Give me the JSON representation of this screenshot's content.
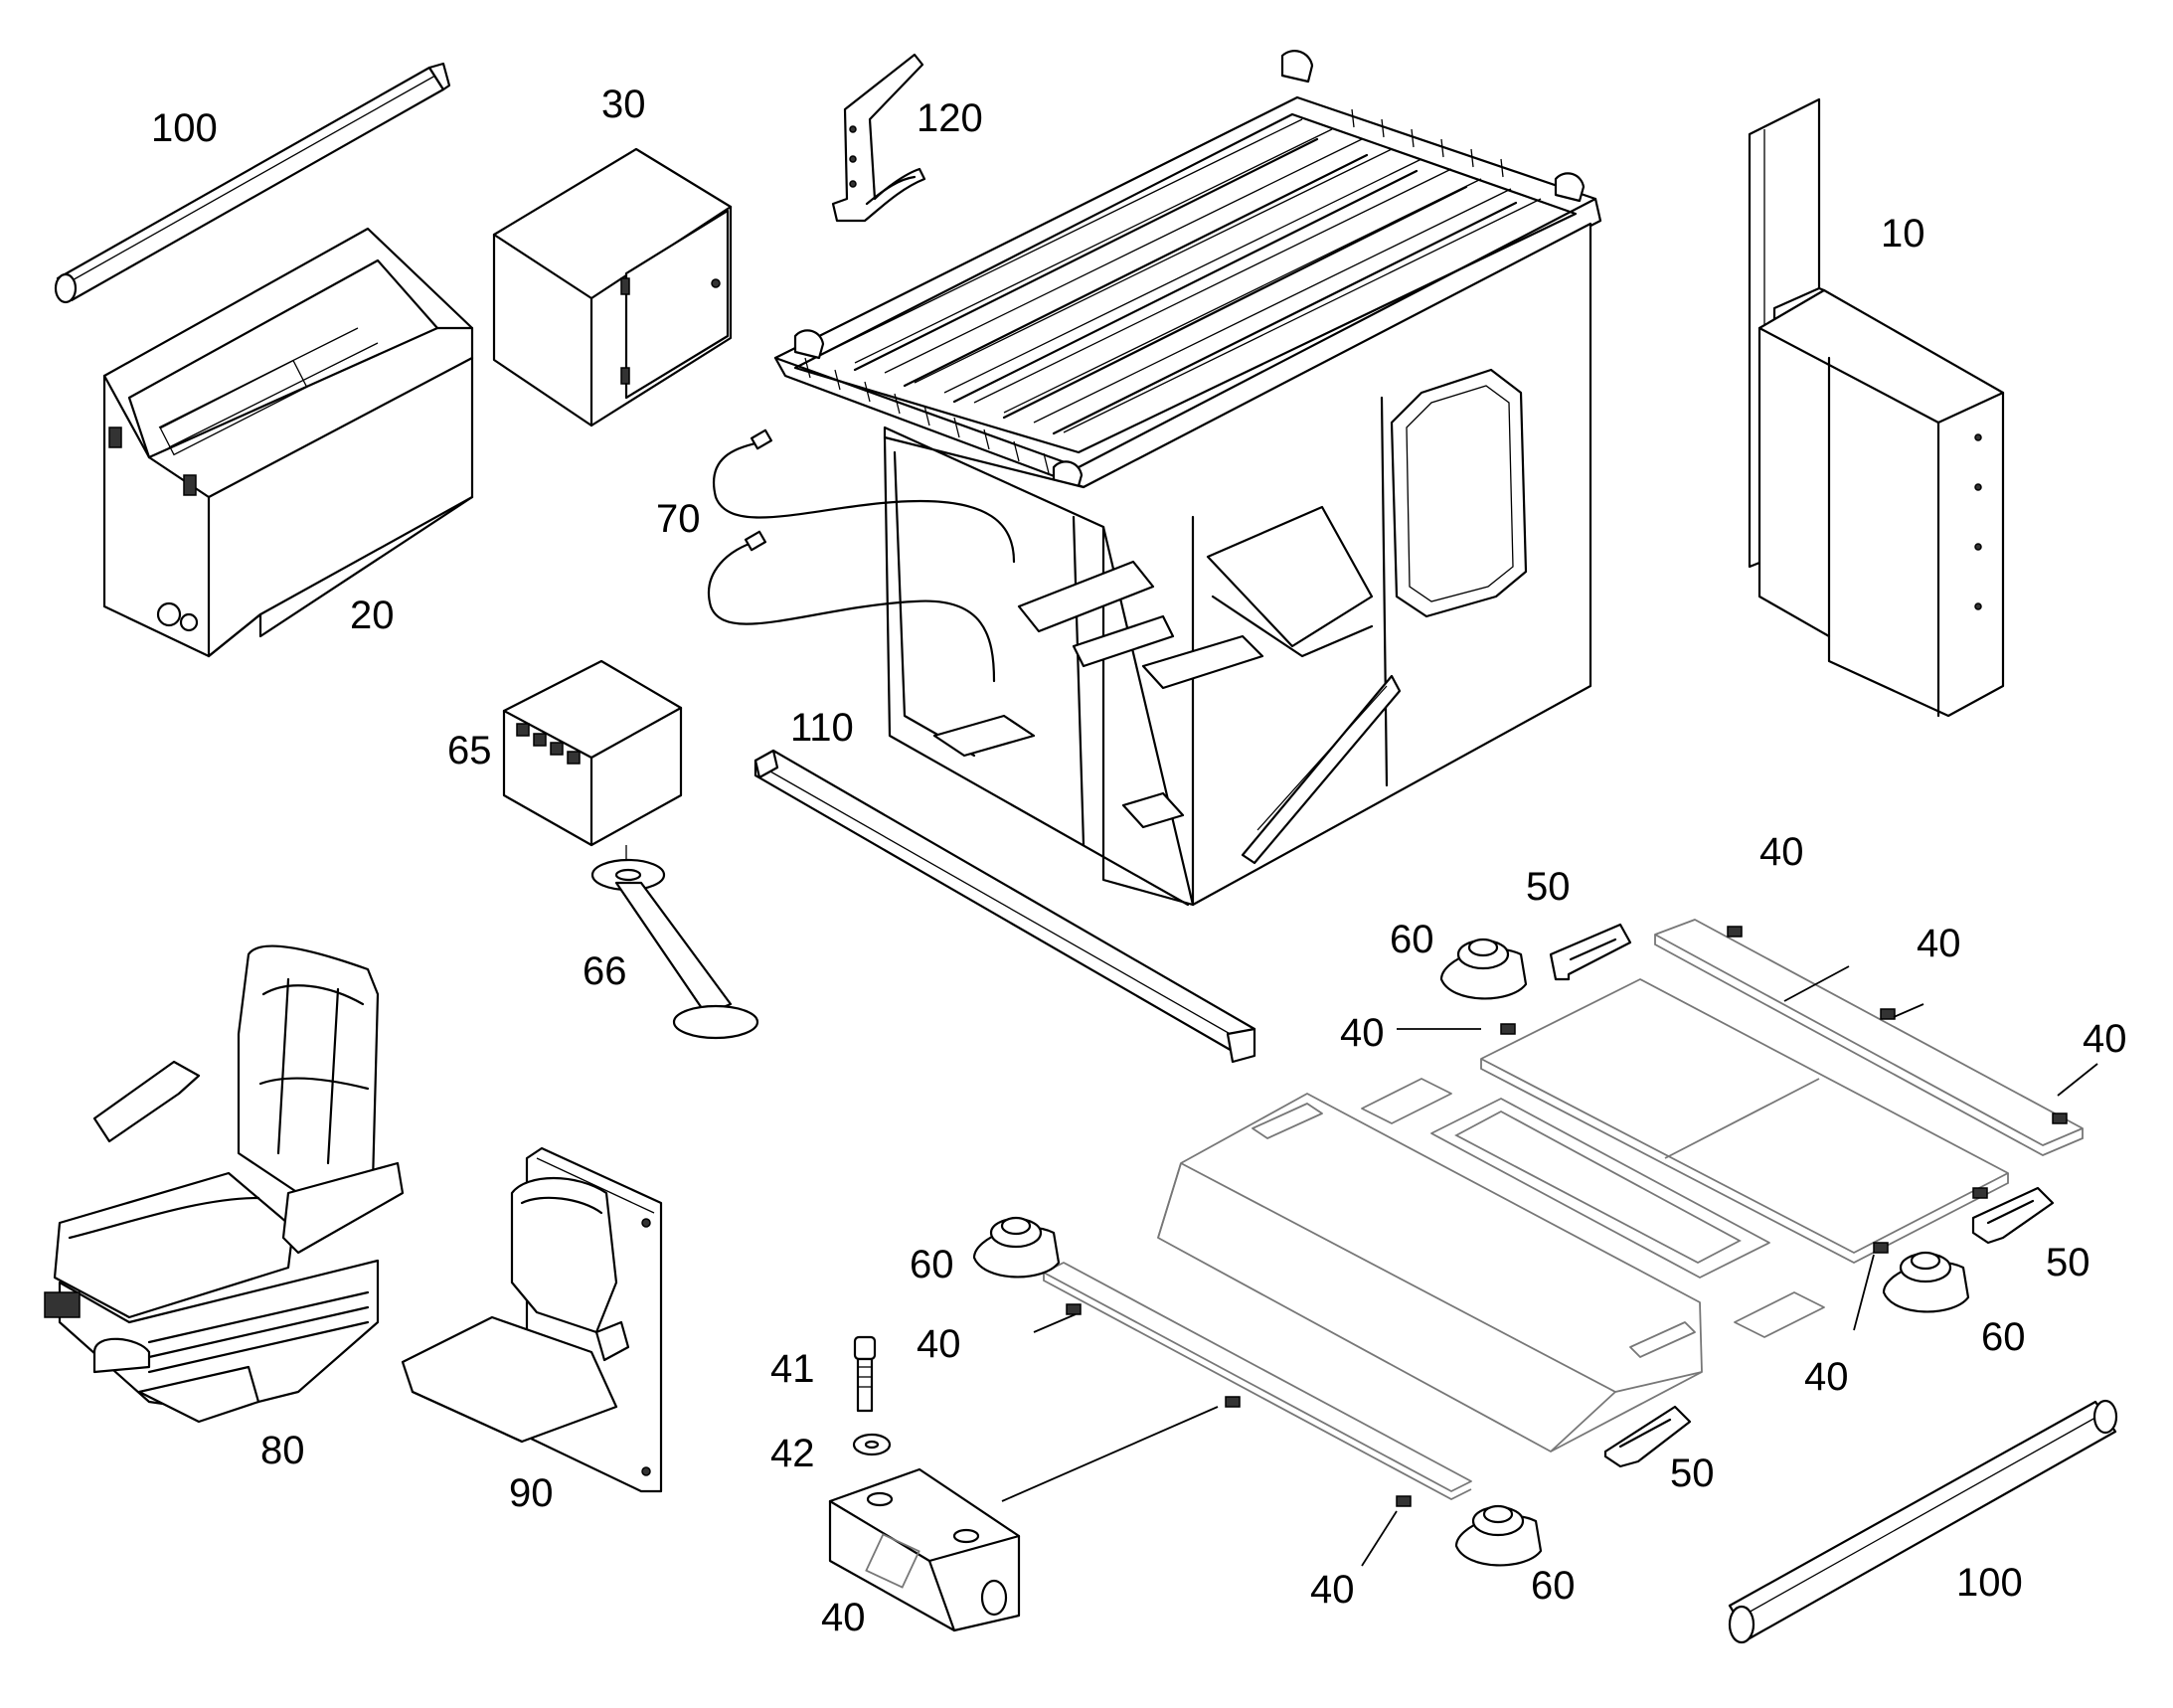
{
  "callouts": {
    "c10": "10",
    "c20": "20",
    "c30": "30",
    "c40a": "40",
    "c40b": "40",
    "c40c": "40",
    "c40d": "40",
    "c40e": "40",
    "c40f": "40",
    "c40g": "40",
    "c40h": "40",
    "c41": "41",
    "c42": "42",
    "c50a": "50",
    "c50b": "50",
    "c50c": "50",
    "c60a": "60",
    "c60b": "60",
    "c60c": "60",
    "c60d": "60",
    "c65": "65",
    "c66": "66",
    "c70": "70",
    "c80": "80",
    "c90": "90",
    "c100a": "100",
    "c100b": "100",
    "c110": "110",
    "c120": "120"
  }
}
